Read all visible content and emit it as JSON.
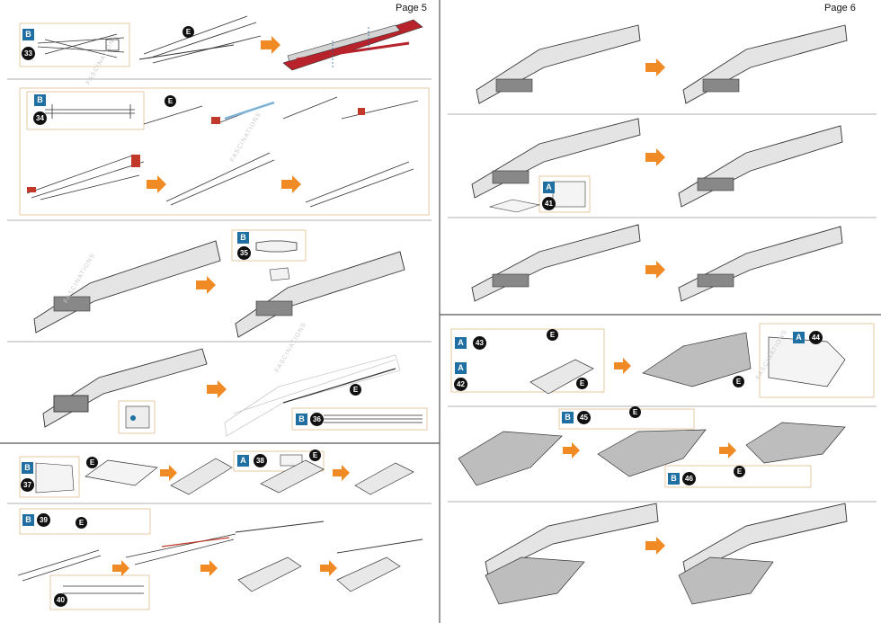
{
  "pages": {
    "left": "Page 5",
    "right": "Page 6"
  },
  "watermark": "FASCINATIONS",
  "steps": [
    {
      "num": "33",
      "sheet": "B",
      "tool": "E"
    },
    {
      "num": "34",
      "sheet": "B",
      "tool": "E"
    },
    {
      "num": "35",
      "sheet": "B"
    },
    {
      "num": "36",
      "sheet": "B",
      "tool": "E"
    },
    {
      "num": "37",
      "sheet": "B",
      "tool": "E"
    },
    {
      "num": "38",
      "sheet": "A",
      "tool": "E"
    },
    {
      "num": "39",
      "sheet": "B",
      "tool": "E"
    },
    {
      "num": "40"
    },
    {
      "num": "41",
      "sheet": "A"
    },
    {
      "num": "42",
      "sheet": "A",
      "tool": "E"
    },
    {
      "num": "43",
      "sheet": "A",
      "tool": "E"
    },
    {
      "num": "44",
      "sheet": "A",
      "tool": "E"
    },
    {
      "num": "45",
      "sheet": "B",
      "tool": "E"
    },
    {
      "num": "46",
      "sheet": "B",
      "tool": "E"
    }
  ],
  "colors": {
    "accent_blue": "#1f6fa3",
    "arrow_orange": "#f08a24",
    "inset_border": "#e6c9a0",
    "line": "#333333",
    "highlight_red": "#c0392b"
  }
}
